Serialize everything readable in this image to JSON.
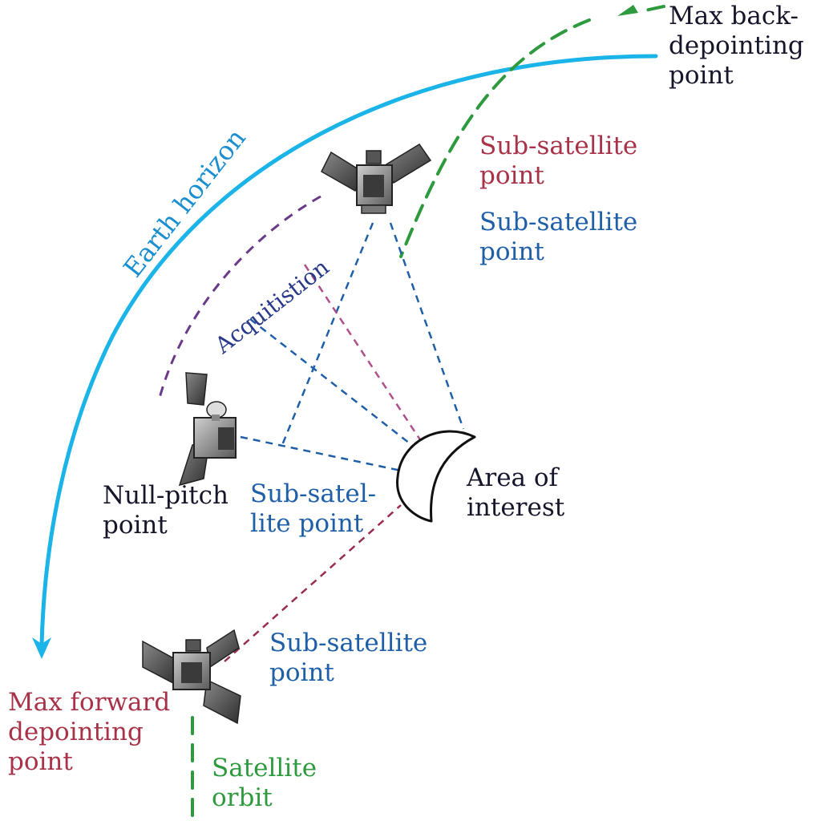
{
  "labels": {
    "max_back_line1": "Max back-",
    "max_back_line2": "depointing",
    "max_back_line3": "point",
    "sub_sat_red_line1": "Sub-satellite",
    "sub_sat_red_line2": "point",
    "sub_sat_blue_line1": "Sub-satellite",
    "sub_sat_blue_line2": "point",
    "earth_horizon": "Earth horizon",
    "acquisition": "Acquitistion",
    "null_pitch_line1": "Null-pitch",
    "null_pitch_line2": "point",
    "sub_satel_mid_line1": "Sub-satel-",
    "sub_satel_mid_line2": "lite point",
    "area_line1": "Area of",
    "area_line2": "interest",
    "sub_sat_low_line1": "Sub-satellite",
    "sub_sat_low_line2": "point",
    "max_forward_line1": "Max forward",
    "max_forward_line2": "depointing",
    "max_forward_line3": "point",
    "satellite_orbit_line1": "Satellite",
    "satellite_orbit_line2": "orbit"
  },
  "colors": {
    "horizon": "#1ab4e8",
    "orbit": "#2e9a3e",
    "view_lines": "#1f5fa8",
    "acquisition_line": "#b0508a",
    "forward_line": "#9a2c52",
    "acq_arc": "#6a3a8a"
  },
  "icons": [
    "satellite-icon",
    "area-of-interest-icon",
    "arrow-head-icon"
  ]
}
